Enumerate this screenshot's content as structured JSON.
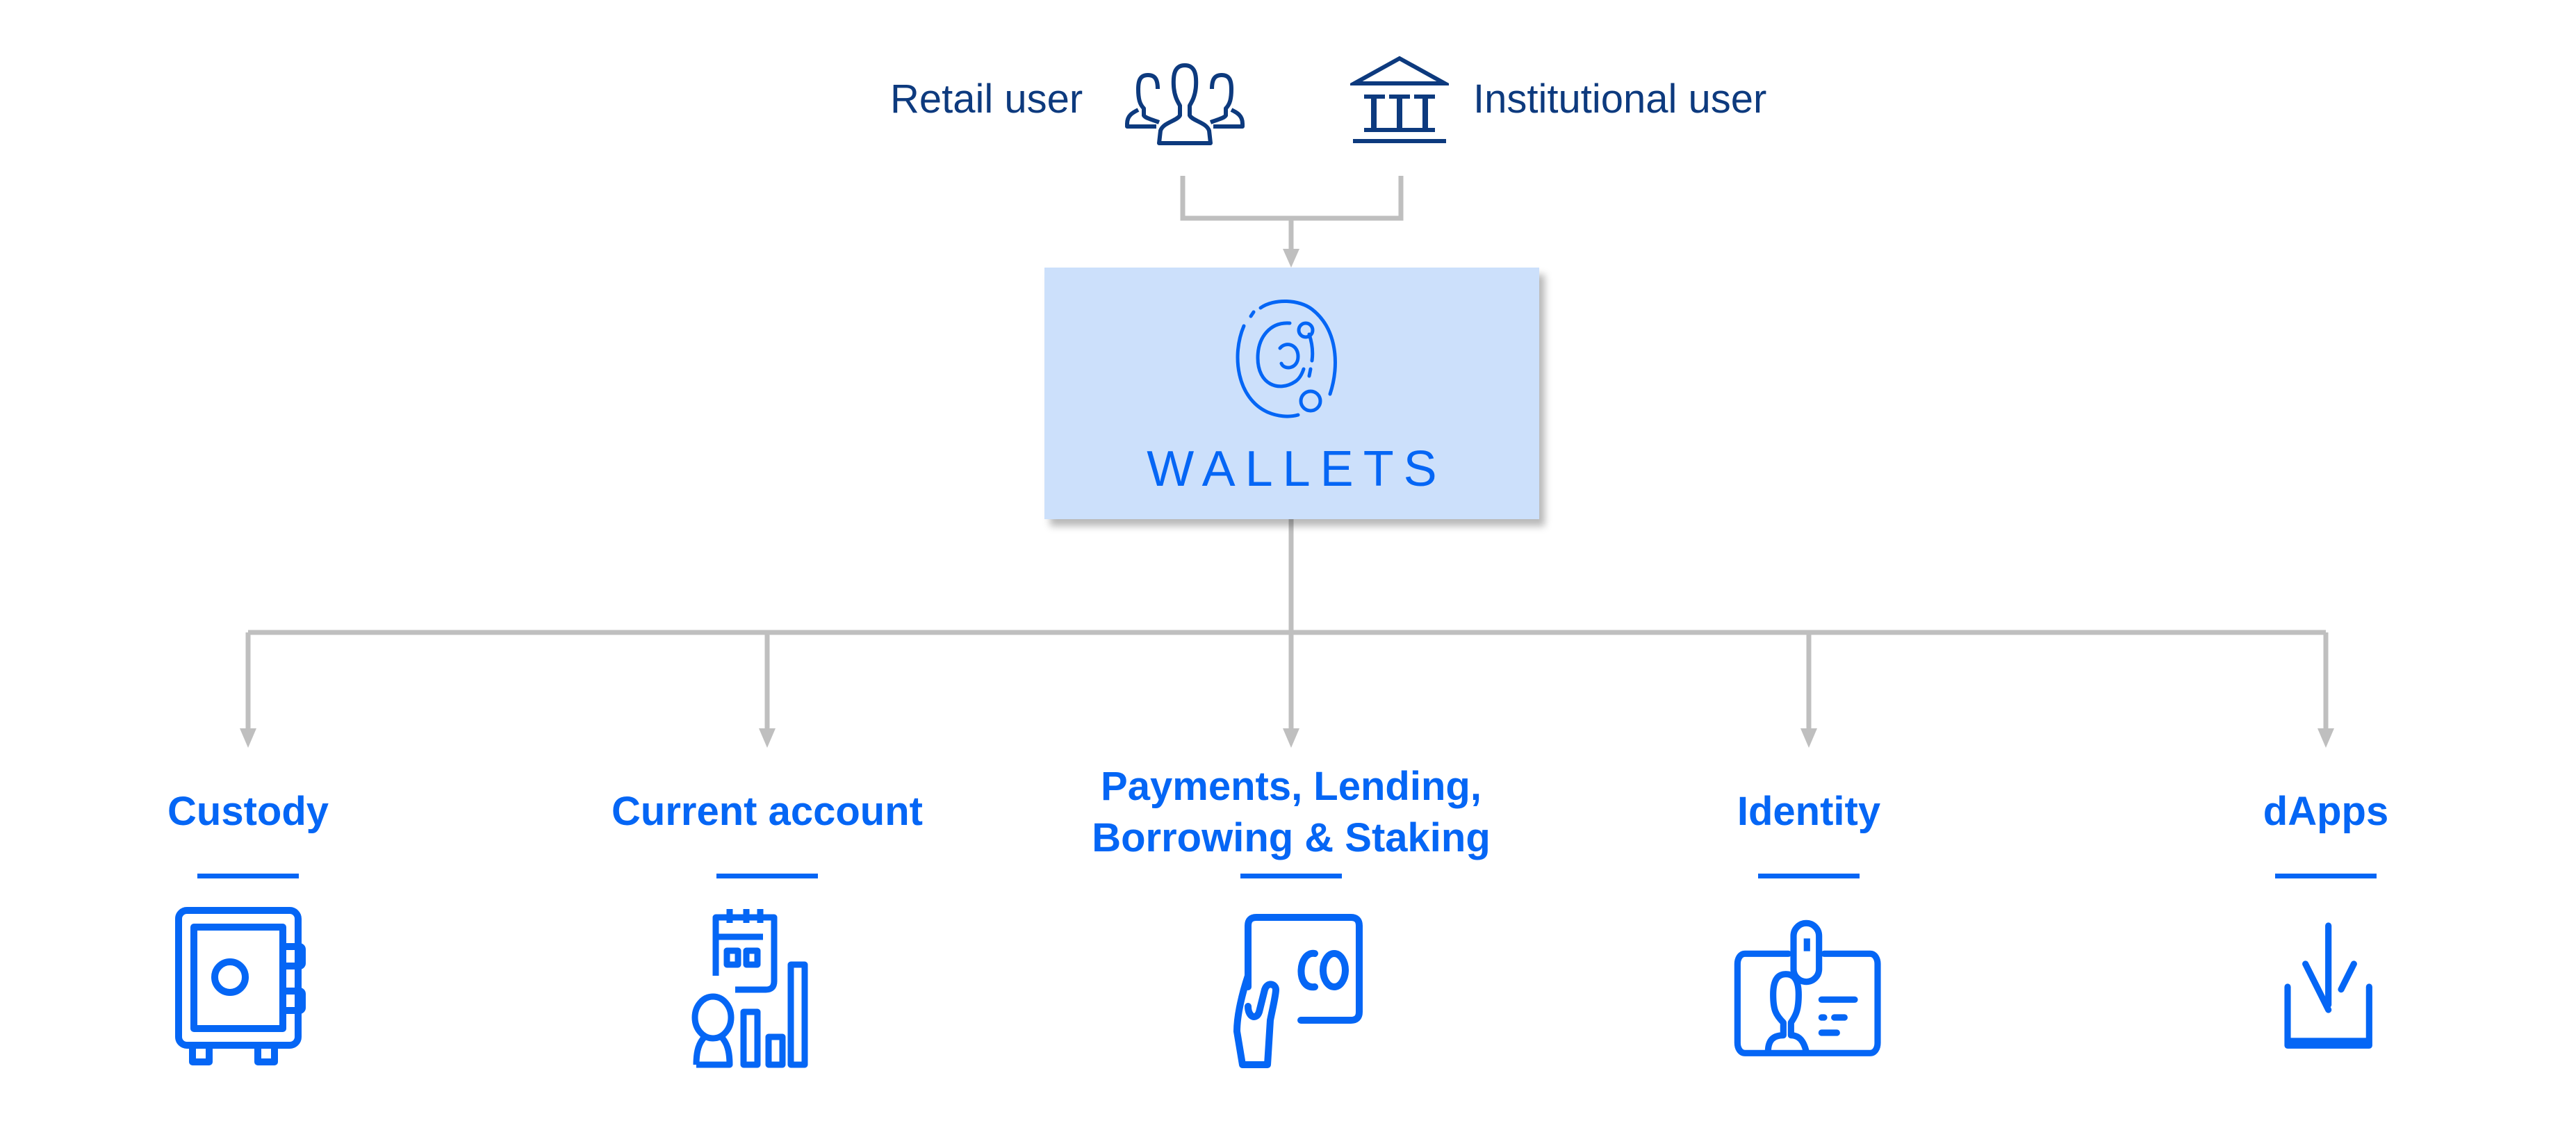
{
  "users": {
    "retail": {
      "label": "Retail user",
      "icon": "people-group-icon"
    },
    "institutional": {
      "label": "Institutional user",
      "icon": "bank-building-icon"
    }
  },
  "hub": {
    "title": "WALLETS",
    "icon": "orbit-icon"
  },
  "services": [
    {
      "label": "Custody",
      "icon": "safe-icon"
    },
    {
      "label": "Current account",
      "icon": "calendar-person-chart-icon"
    },
    {
      "label_line1": "Payments, Lending,",
      "label_line2": "Borrowing & Staking",
      "icon": "hand-card-icon"
    },
    {
      "label": "Identity",
      "icon": "id-badge-icon"
    },
    {
      "label": "dApps",
      "icon": "download-icon"
    }
  ],
  "colors": {
    "navy": "#0d3a7e",
    "accent": "#0566f5",
    "hub_fill": "#cce0fb",
    "connector": "#bfbfbf"
  }
}
